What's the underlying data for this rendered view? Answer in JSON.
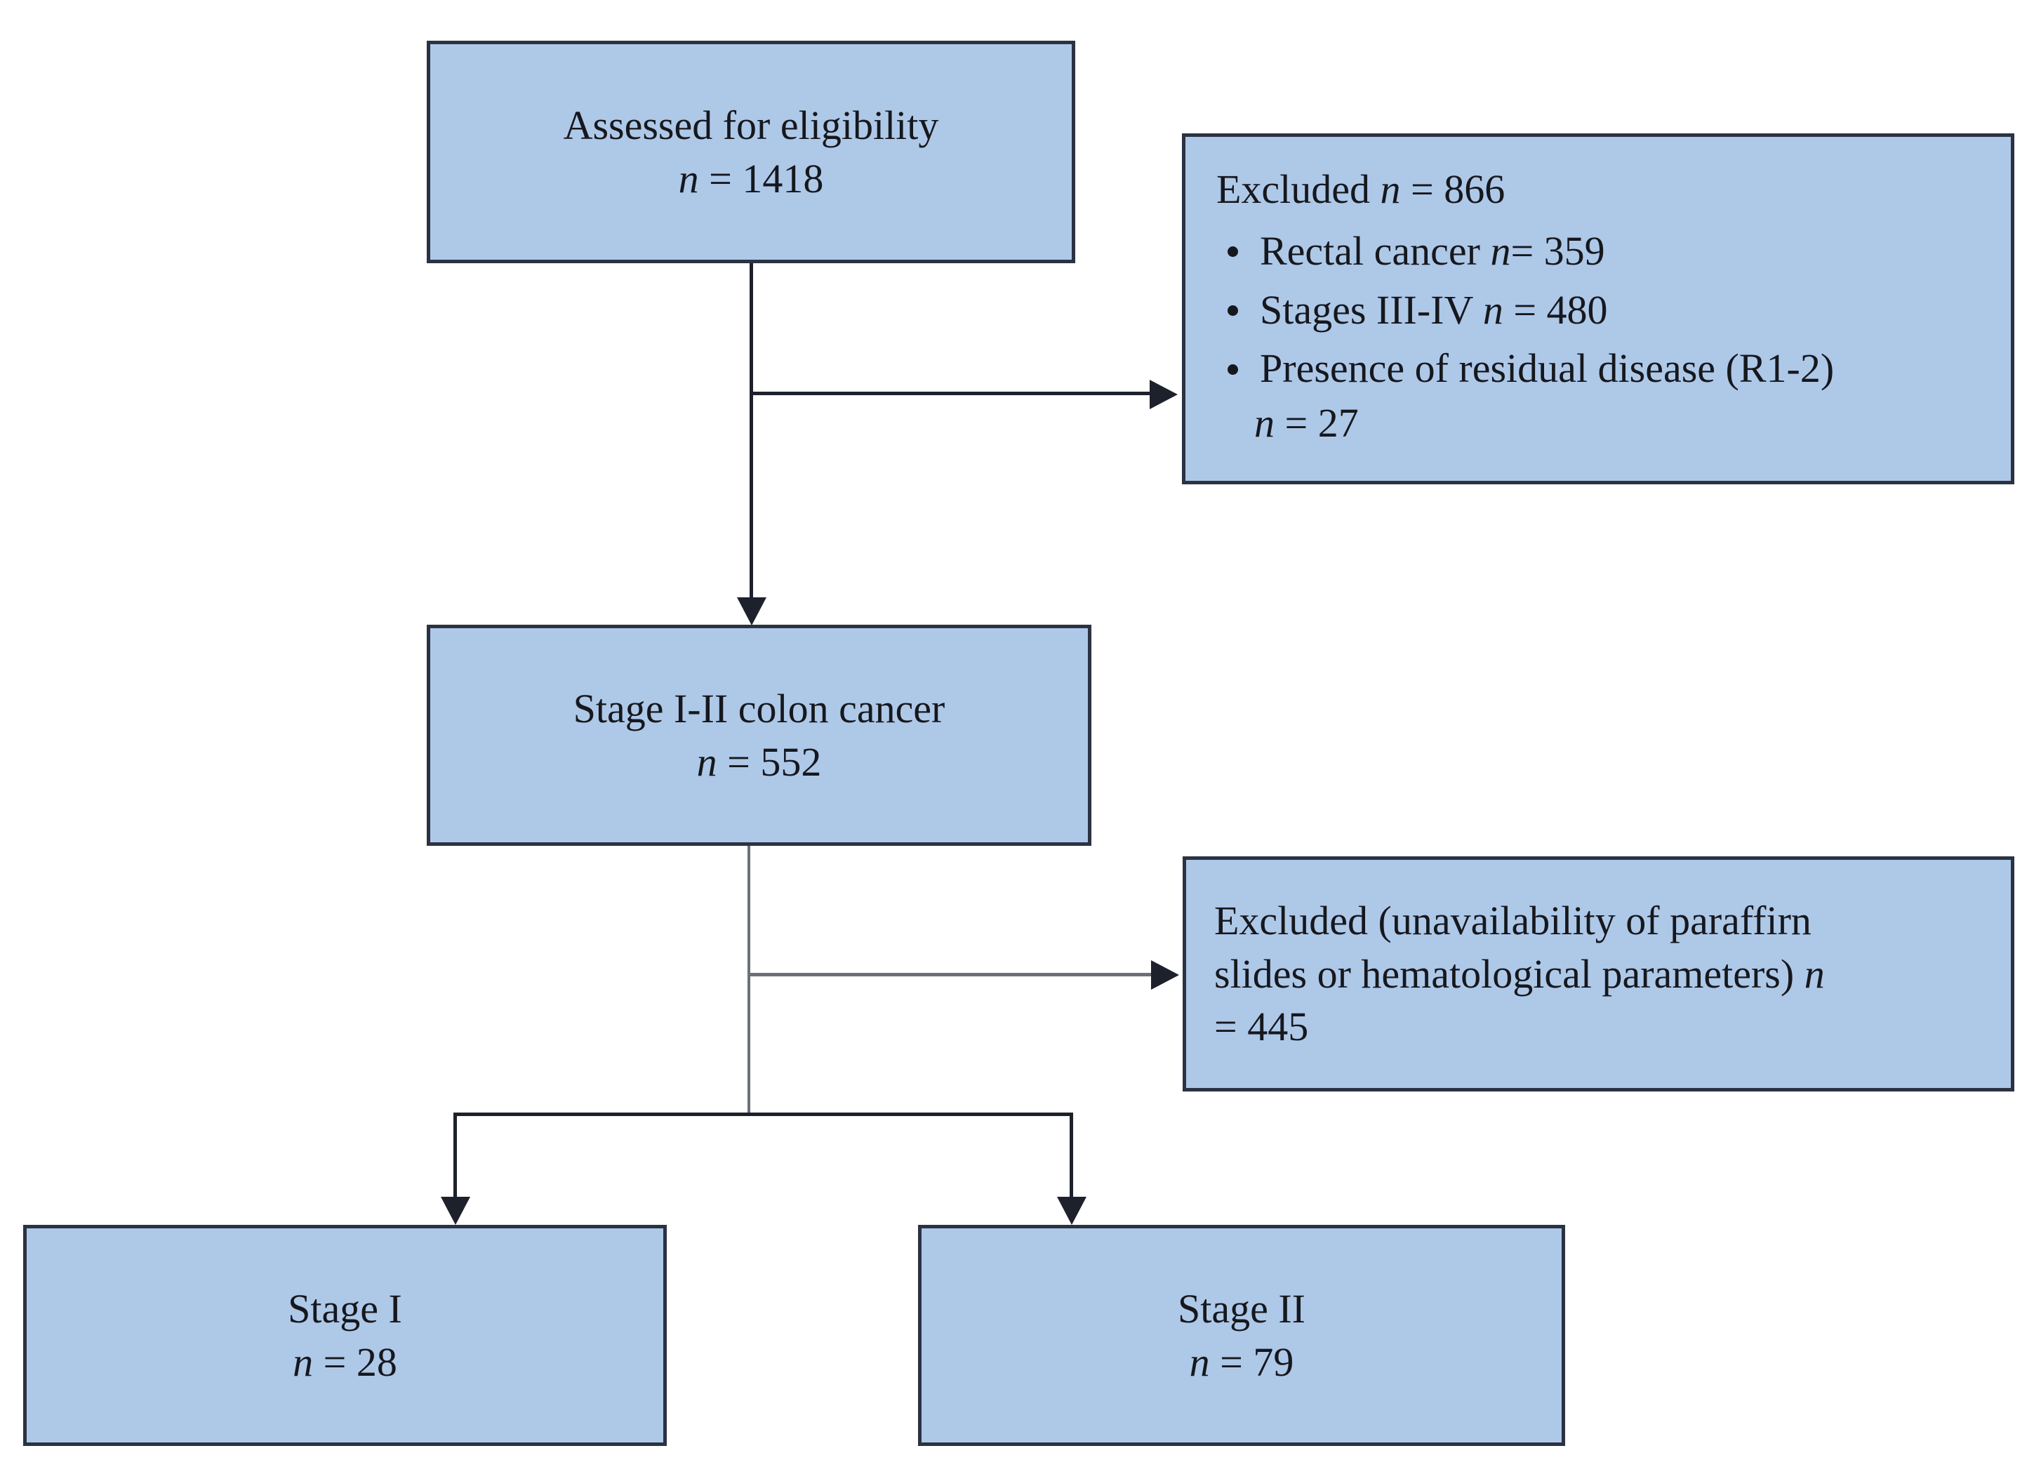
{
  "figure": {
    "type": "flowchart",
    "orientation": "top-to-bottom",
    "style": {
      "box_fill": "#aec8e8",
      "box_border": "#2b3242",
      "connector_color": "#1d212b",
      "text_color": "#16181d",
      "background": "#ffffff"
    }
  },
  "nodes": {
    "assessed": {
      "id": "assessed",
      "line1": "Assessed for eligibility",
      "n_symbol": "n",
      "n_equals": " = 1418",
      "n_value": 1418,
      "align": "center"
    },
    "excluded_1": {
      "id": "excluded-1",
      "heading_text": "Excluded ",
      "heading_symbol": "n",
      "heading_value": " = 866",
      "n_value": 866,
      "bullets": [
        {
          "text": "Rectal cancer ",
          "symbol": "n",
          "value": "= 359",
          "n_value": 359,
          "continuation": ""
        },
        {
          "text": "Stages III-IV ",
          "symbol": "n",
          "value": " = 480",
          "n_value": 480,
          "continuation": ""
        },
        {
          "text": "Presence of residual disease (R1-2)",
          "symbol": "n",
          "value": " = 27",
          "n_value": 27,
          "continuation": true
        }
      ]
    },
    "stage_i_ii": {
      "id": "stage-i-ii",
      "line1": "Stage I-II colon cancer",
      "n_symbol": "n",
      "n_equals": " = 552",
      "n_value": 552,
      "align": "center"
    },
    "excluded_2": {
      "id": "excluded-2",
      "line1": "Excluded (unavailability of paraffirn",
      "line2_pre": "slides or hematological parameters) ",
      "line2_symbol": "n",
      "line3": "= 445",
      "n_value": 445
    },
    "stage_i": {
      "id": "stage-i",
      "line1": "Stage I",
      "n_symbol": "n",
      "n_equals": " = 28",
      "n_value": 28,
      "align": "center"
    },
    "stage_ii": {
      "id": "stage-ii",
      "line1": "Stage II",
      "n_symbol": "n",
      "n_equals": " = 79",
      "n_value": 79,
      "align": "center"
    }
  },
  "edges": [
    {
      "from": "assessed",
      "to": "stage_i_ii",
      "kind": "vertical-arrow"
    },
    {
      "from": "assessed",
      "to": "excluded_1",
      "kind": "horizontal-arrow"
    },
    {
      "from": "stage_i_ii",
      "to": "excluded_2",
      "kind": "horizontal-arrow"
    },
    {
      "from": "stage_i_ii",
      "to": "stage_i",
      "kind": "split-arrow"
    },
    {
      "from": "stage_i_ii",
      "to": "stage_ii",
      "kind": "split-arrow"
    }
  ],
  "chart_data": {
    "type": "table",
    "title": "Patient selection flow diagram",
    "categories": [
      "Assessed for eligibility",
      "Excluded (rectal cancer)",
      "Excluded (stages III-IV)",
      "Excluded (residual disease R1-2)",
      "Stage I-II colon cancer",
      "Excluded (unavailable paraffin slides / hematological parameters)",
      "Stage I",
      "Stage II"
    ],
    "values": [
      1418,
      359,
      480,
      27,
      552,
      445,
      28,
      79
    ],
    "xlabel": "",
    "ylabel": "n"
  }
}
